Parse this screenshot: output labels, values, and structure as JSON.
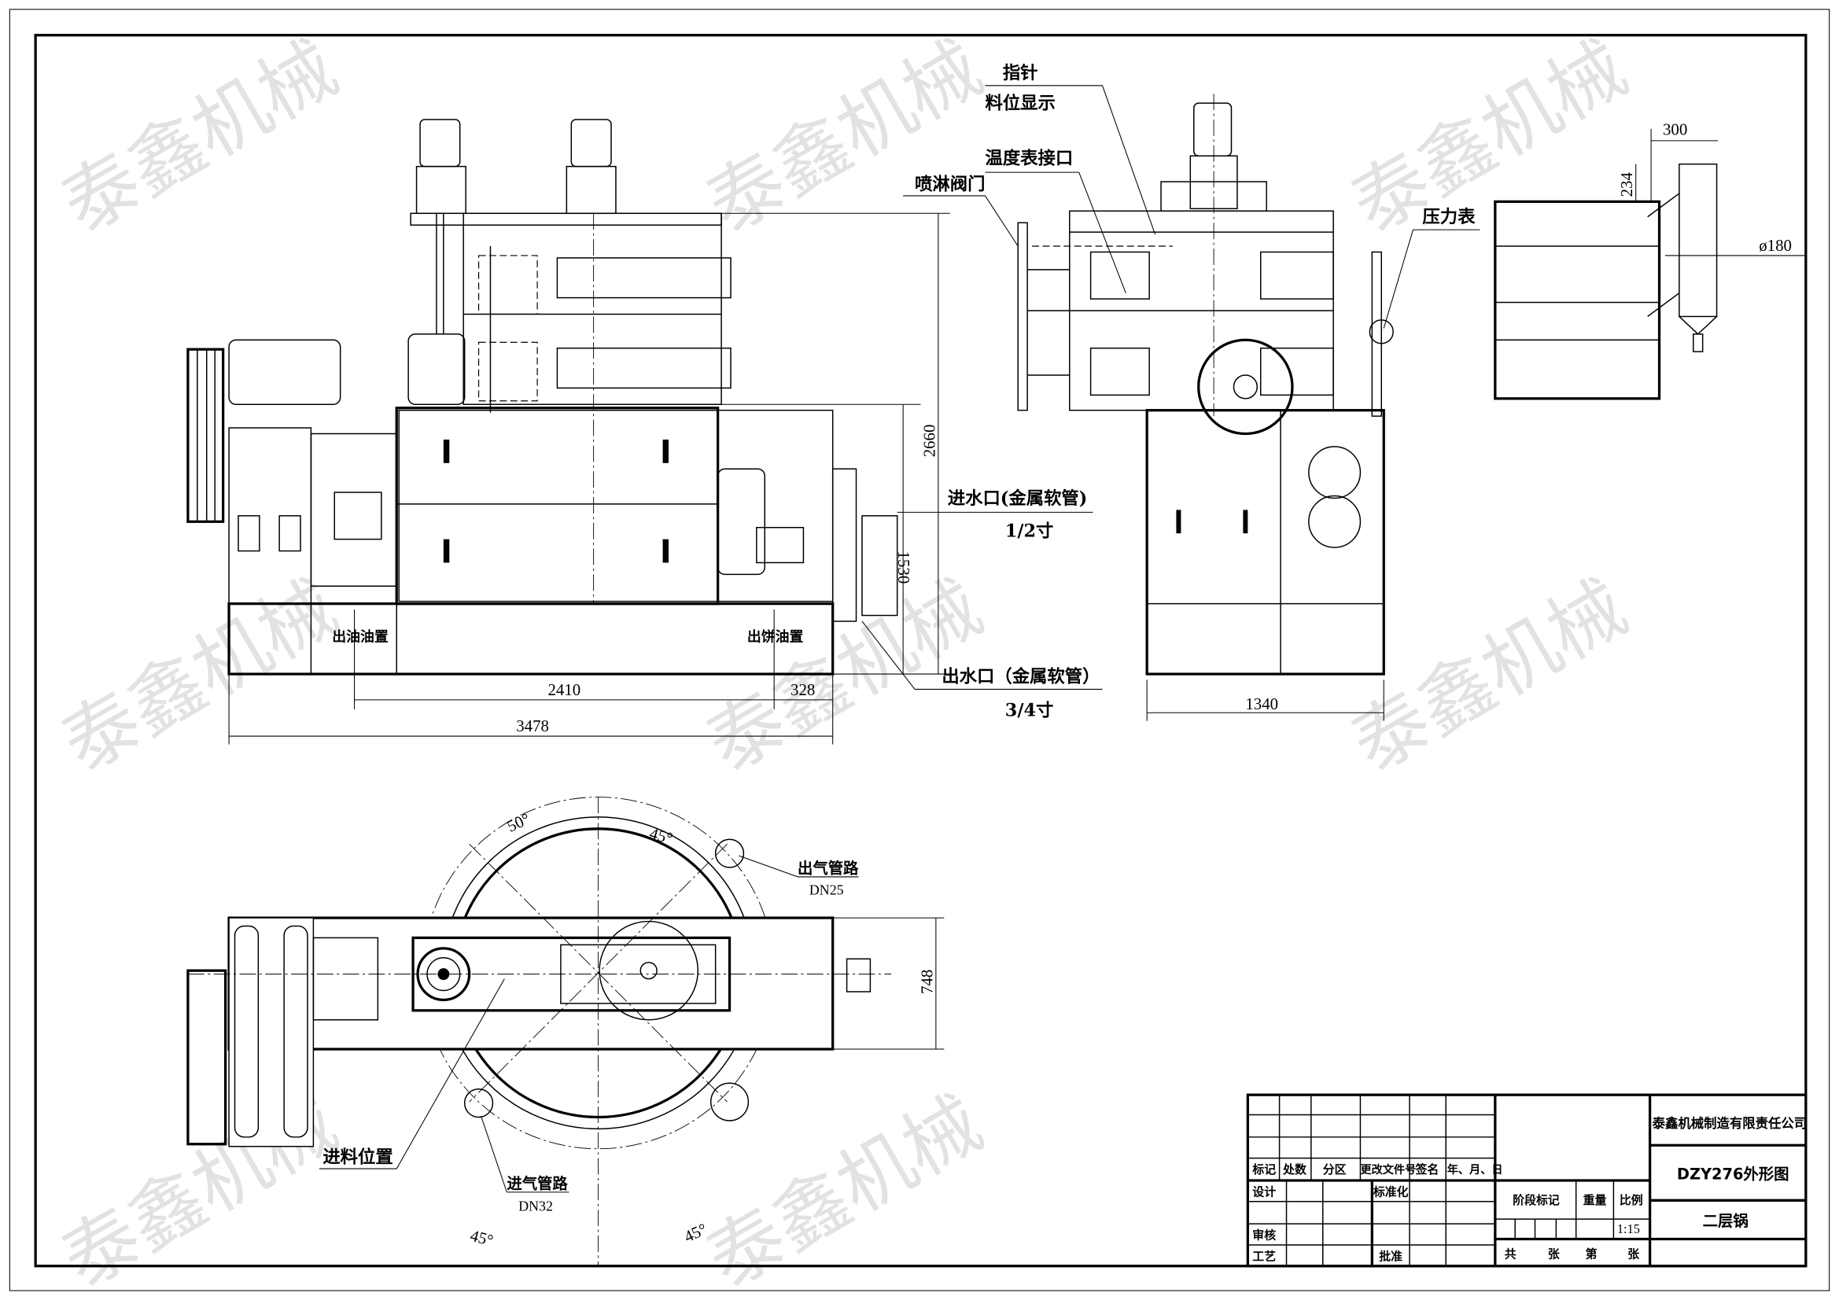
{
  "watermark": "泰鑫机械",
  "front_view": {
    "labels": {
      "oil_outlet": "出油油置",
      "cake_outlet": "出饼油置",
      "water_inlet": "进水口(金属软管)",
      "water_inlet_size": "1/2寸",
      "water_outlet": "出水口（金属软管）",
      "water_outlet_size": "3/4寸"
    },
    "dimensions": {
      "d2410": "2410",
      "d328": "328",
      "d3478": "3478",
      "d2660": "2660",
      "d1530": "1530"
    }
  },
  "side_view": {
    "labels": {
      "pointer": "指针",
      "level_display": "料位显示",
      "thermometer_port": "温度表接口",
      "spray_valve": "喷淋阀门",
      "pressure_gauge": "压力表"
    },
    "dimensions": {
      "d1340": "1340"
    }
  },
  "detail_view": {
    "dimensions": {
      "d300": "300",
      "d234": "234",
      "d180": "ø180"
    }
  },
  "top_view": {
    "labels": {
      "steam_outlet": "出气管路",
      "steam_outlet_size": "DN25",
      "steam_inlet": "进气管路",
      "steam_inlet_size": "DN32",
      "feed_position": "进料位置"
    },
    "dimensions": {
      "d748": "748",
      "a50": "50°",
      "a45_top": "45°",
      "a45_bl": "45°",
      "a45_br": "45°"
    }
  },
  "title_block": {
    "headers": [
      "标记",
      "处数",
      "分区",
      "更改文件号",
      "签名",
      "年、月、日"
    ],
    "design": "设计",
    "standardization": "标准化",
    "review": "审核",
    "process": "工艺",
    "approve": "批准",
    "stage_mark": "阶段标记",
    "weight": "重量",
    "scale_label": "比例",
    "scale_value": "1:15",
    "sheet_total": "共",
    "sheet_unit1": "张",
    "sheet_no": "第",
    "sheet_unit2": "张",
    "company": "泰鑫机械制造有限责任公司",
    "drawing_title": "DZY276外形图",
    "subtitle": "二层锅"
  }
}
